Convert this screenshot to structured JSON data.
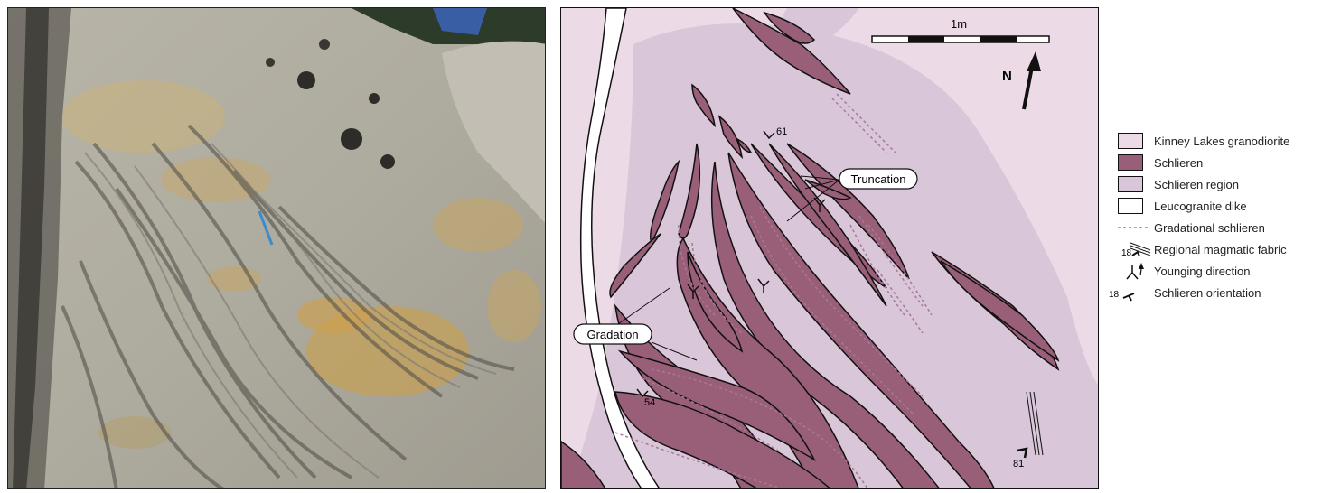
{
  "colors": {
    "granodiorite": "#ecdbe6",
    "schlieren": "#9a5f78",
    "schlieren_region": "#d9c6d8",
    "dike": "#ffffff",
    "outline": "#111111"
  },
  "map": {
    "scale_label": "1m",
    "north_label": "N",
    "callouts": {
      "truncation": "Truncation",
      "gradation": "Gradation"
    },
    "measurements": {
      "orientation_top": "61",
      "orientation_bottom": "54",
      "fabric_right": "81"
    }
  },
  "legend": {
    "items": [
      {
        "label": "Kinney Lakes granodiorite"
      },
      {
        "label": "Schlieren"
      },
      {
        "label": "Schlieren region"
      },
      {
        "label": "Leucogranite dike"
      },
      {
        "label": "Gradational schlieren"
      },
      {
        "label": "Regional magmatic fabric",
        "num": "18"
      },
      {
        "label": "Younging direction"
      },
      {
        "label": "Schlieren orientation",
        "num": "18"
      }
    ]
  }
}
